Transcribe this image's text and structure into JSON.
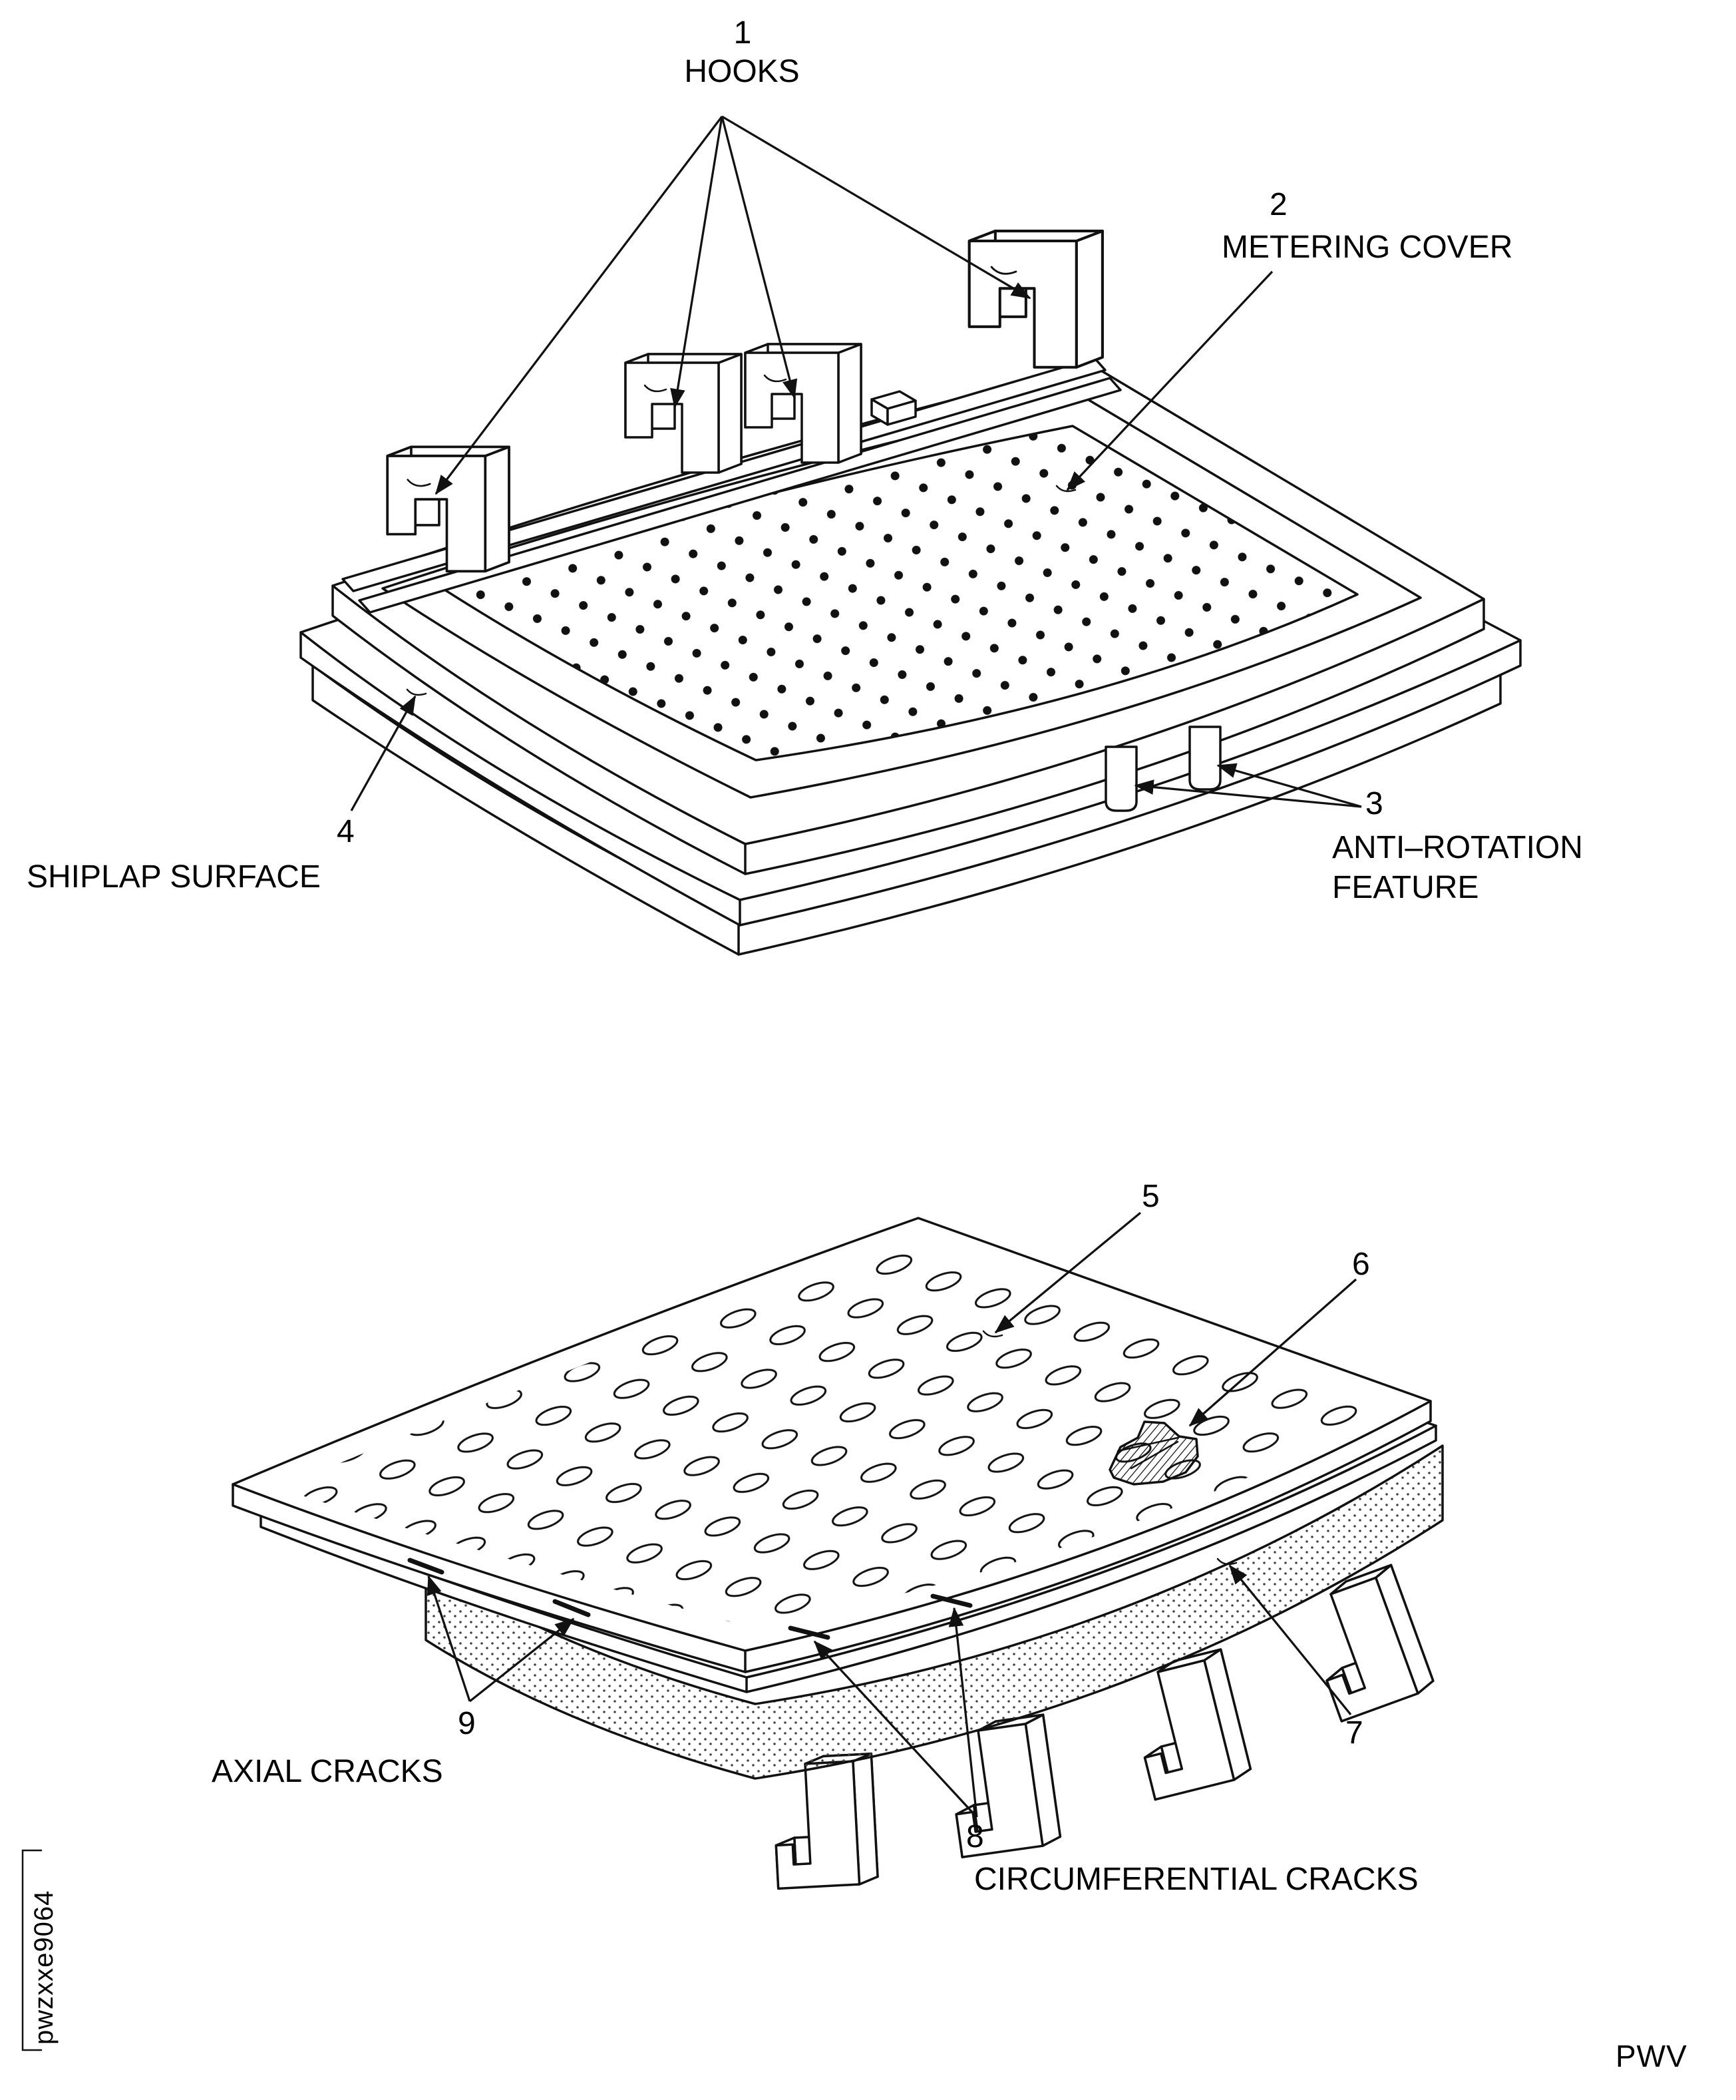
{
  "callouts": {
    "hooks": {
      "num": "1",
      "label": "HOOKS"
    },
    "metering_cover": {
      "num": "2",
      "label": "METERING COVER"
    },
    "anti_rotation_feature": {
      "num": "3",
      "label_line1": "ANTI–ROTATION",
      "label_line2": "FEATURE"
    },
    "shiplap_surface": {
      "num": "4",
      "label": "SHIPLAP SURFACE"
    },
    "callout_5": {
      "num": "5"
    },
    "callout_6": {
      "num": "6"
    },
    "callout_7": {
      "num": "7"
    },
    "circumferential_cracks": {
      "num": "8",
      "label": "CIRCUMFERENTIAL CRACKS"
    },
    "axial_cracks": {
      "num": "9",
      "label": "AXIAL CRACKS"
    }
  },
  "footer": {
    "image_code": "pwzxxe9064",
    "org_code": "PWV"
  },
  "colors": {
    "line": "#111111",
    "background": "#ffffff"
  }
}
